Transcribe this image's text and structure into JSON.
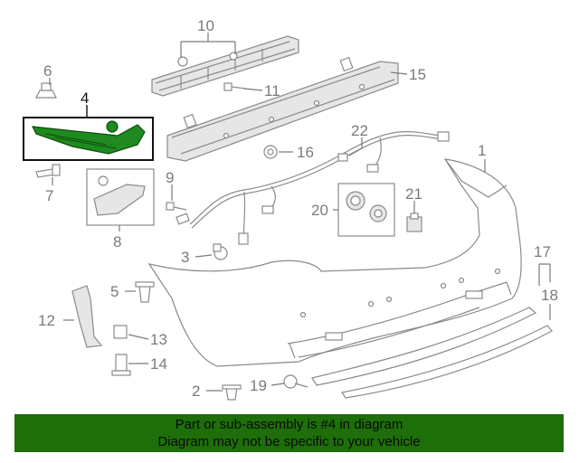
{
  "callouts": {
    "c1": "1",
    "c2": "2",
    "c3": "3",
    "c4": "4",
    "c5": "5",
    "c6": "6",
    "c7": "7",
    "c8": "8",
    "c9": "9",
    "c10": "10",
    "c11": "11",
    "c12": "12",
    "c13": "13",
    "c14": "14",
    "c15": "15",
    "c16": "16",
    "c17": "17",
    "c18": "18",
    "c19": "19",
    "c20": "20",
    "c21": "21",
    "c22": "22"
  },
  "highlighted_part": "4",
  "colors": {
    "banner_background": "#1e6e0a",
    "highlight_part": "#1f8a1f",
    "line_art": "#8a8a8a"
  },
  "banner": {
    "line1": "Part or sub-assembly is #4 in diagram",
    "line2": "Diagram may not be specific to your vehicle"
  }
}
